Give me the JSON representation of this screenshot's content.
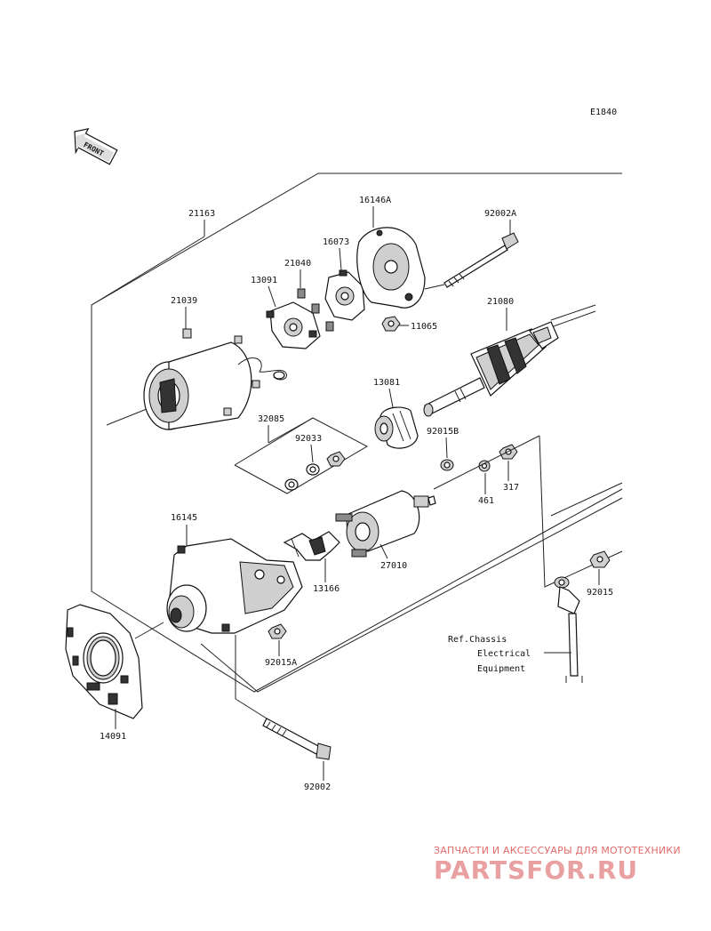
{
  "diagram_code": "E1840",
  "front_arrow_label": "FRONT",
  "labels": {
    "p21163": "21163",
    "p16146A": "16146A",
    "p92002A": "92002A",
    "p16073": "16073",
    "p21040": "21040",
    "p13091": "13091",
    "p21039": "21039",
    "p11065": "11065",
    "p21080": "21080",
    "p13081": "13081",
    "p32085": "32085",
    "p92033": "92033",
    "p92015B": "92015B",
    "p461": "461",
    "p317": "317",
    "p16145": "16145",
    "p27010": "27010",
    "p13166": "13166",
    "p92015": "92015",
    "p92015A": "92015A",
    "p14091": "14091",
    "p92002": "92002"
  },
  "reference_note": {
    "line1": "Ref.Chassis",
    "line2": "Electrical",
    "line3": "Equipment"
  },
  "watermark": {
    "tagline": "ЗАПЧАСТИ И АКСЕССУАРЫ ДЛЯ МОТОТЕХНИКИ",
    "logo": "PARTSFOR.RU"
  }
}
